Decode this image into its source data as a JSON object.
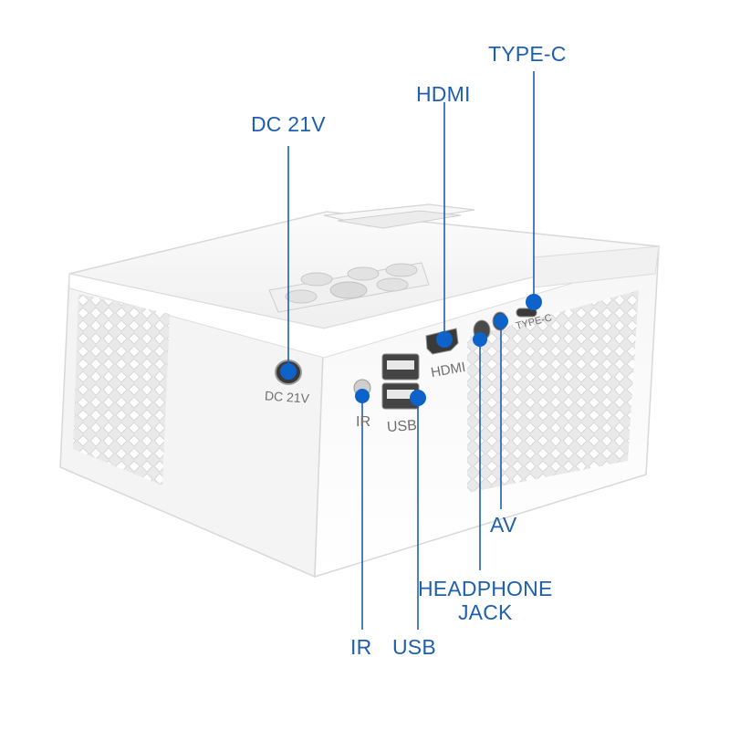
{
  "callouts": {
    "type_c": "TYPE-C",
    "hdmi": "HDMI",
    "dc_21v": "DC 21V",
    "av": "AV",
    "headphone_line1": "HEADPHONE",
    "headphone_line2": "JACK",
    "ir": "IR",
    "usb": "USB"
  },
  "engraved": {
    "dc_21v": "DC 21V",
    "hdmi": "HDMI",
    "ir": "IR",
    "usb": "USB",
    "type_c": "TYPE-C"
  },
  "colors": {
    "accent": "#1f5fb0",
    "marker": "#0d63c9",
    "body": "#ffffff"
  }
}
